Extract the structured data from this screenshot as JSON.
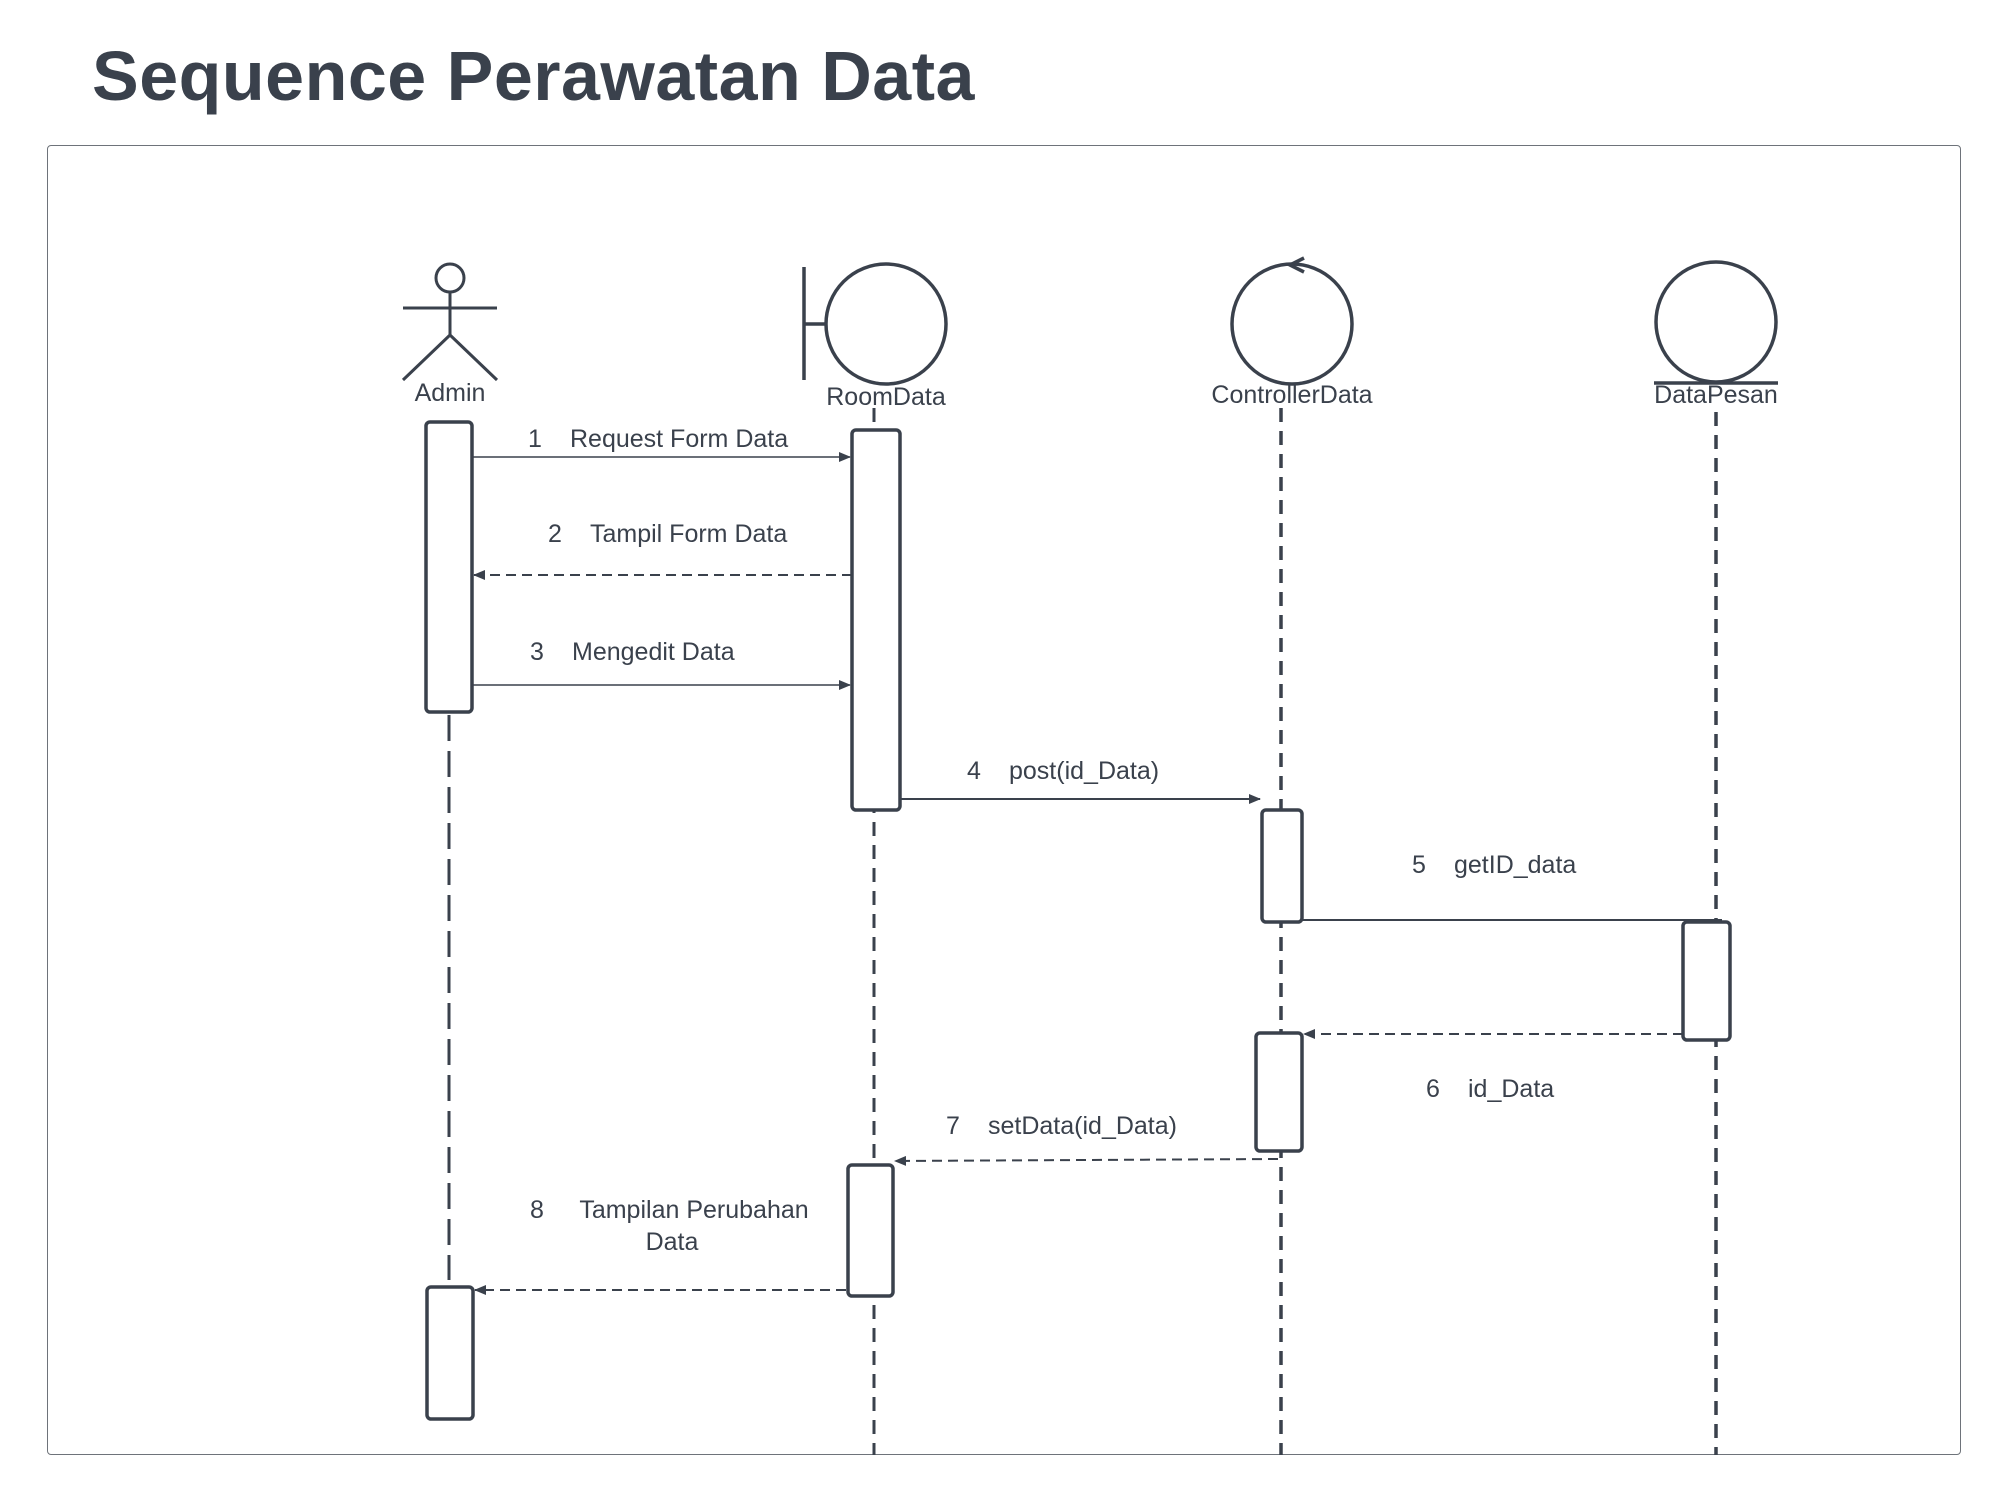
{
  "title": "Sequence Perawatan Data",
  "participants": [
    {
      "id": "admin",
      "name": "Admin",
      "kind": "actor"
    },
    {
      "id": "roomdata",
      "name": "RoomData",
      "kind": "boundary"
    },
    {
      "id": "controllerdata",
      "name": "ControllerData",
      "kind": "control"
    },
    {
      "id": "datapesan",
      "name": "DataPesan",
      "kind": "entity"
    }
  ],
  "messages": [
    {
      "num": "1",
      "text": "Request Form Data",
      "from": "admin",
      "to": "roomdata",
      "style": "solid"
    },
    {
      "num": "2",
      "text": "Tampil Form Data",
      "from": "roomdata",
      "to": "admin",
      "style": "dashed"
    },
    {
      "num": "3",
      "text": "Mengedit Data",
      "from": "admin",
      "to": "roomdata",
      "style": "solid"
    },
    {
      "num": "4",
      "text": "post(id_Data)",
      "from": "roomdata",
      "to": "controllerdata",
      "style": "solid"
    },
    {
      "num": "5",
      "text": "getID_data",
      "from": "controllerdata",
      "to": "datapesan",
      "style": "solid"
    },
    {
      "num": "6",
      "text": "id_Data",
      "from": "datapesan",
      "to": "controllerdata",
      "style": "dashed"
    },
    {
      "num": "7",
      "text": "setData(id_Data)",
      "from": "controllerdata",
      "to": "roomdata",
      "style": "dashed"
    },
    {
      "num": "8",
      "text": "Tampilan Perubahan Data",
      "text_lines": [
        "Tampilan Perubahan",
        "Data"
      ],
      "from": "roomdata",
      "to": "admin",
      "style": "dashed"
    }
  ],
  "colors": {
    "line": "#3a414c",
    "frame": "#6e737a",
    "text": "#3a414c"
  }
}
